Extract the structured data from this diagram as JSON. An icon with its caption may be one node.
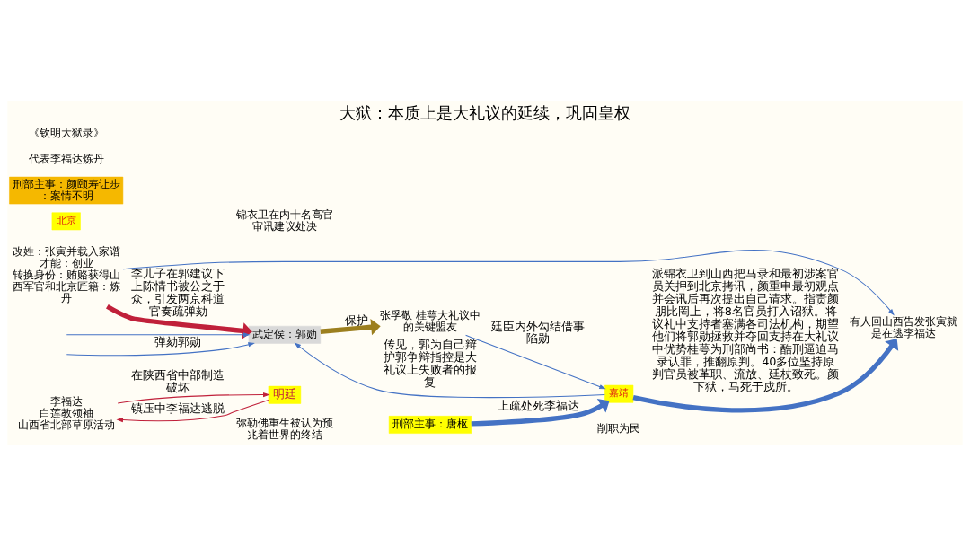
{
  "diagram": {
    "title": "大狱：本质上是大礼议的延续，巩固皇权",
    "nodes": [
      {
        "text": [
          "李福达",
          "白莲教领袖",
          "山西省北部草原活动"
        ]
      },
      {
        "text": [
          "明廷"
        ]
      },
      {
        "text": [
          "改姓：张寅并载入家谱",
          "才能：创业",
          "转换身份：贿赂获得山西军官和北京匠籍：炼丹"
        ]
      },
      {
        "text": [
          "有人回山西告发张寅就是在逃李福达"
        ]
      },
      {
        "text": [
          "武定侯：郭勋"
        ]
      },
      {
        "text": [
          "张孚敬 桂萼大礼议中的关键盟友"
        ]
      },
      {
        "text": [
          "嘉靖"
        ]
      },
      {
        "text": [
          "北京"
        ]
      },
      {
        "text": [
          "刑部主事：唐枢"
        ]
      },
      {
        "text": [
          "刑部主事：颜颐寿让步：案情不明"
        ]
      }
    ],
    "edges": [
      {
        "from": 0,
        "to": 1,
        "arrow": "to",
        "label": "在陕西省中部制造破坏",
        "color": "#c0203a"
      },
      {
        "from": 1,
        "to": 0,
        "arrow": "to",
        "label": "镇压中李福达逃脱",
        "color": "#c0203a"
      },
      {
        "from": 4,
        "to": 5,
        "arrow": "to",
        "label": "保护",
        "style": "thick",
        "color": "#9c7f1e"
      },
      {
        "from": 5,
        "to": 6,
        "arrow": "to",
        "label": "廷臣内外勾结借事陷勋"
      },
      {
        "from": 6,
        "to": 4,
        "arrow": "to",
        "label": "传见，郭为自己辩护郭争辩指控是大礼议上失败者的报复"
      },
      {
        "from": 2,
        "to": 4,
        "arrow": "to",
        "label": "李儿子在郭建议下上陈情书被公之于众，引发两京科道官奏疏弹劾",
        "style": "thick",
        "color": "#c0203a"
      },
      {
        "from": null,
        "to": 4,
        "arrow": "to"
      },
      {
        "from": null,
        "to": 4,
        "arrow": "to",
        "label": "弹劾郭勋"
      },
      {
        "from": 2,
        "to": 3,
        "arrow": "to"
      },
      {
        "from": 6,
        "to": 3,
        "arrow": "to",
        "label": "派锦衣卫到山西把马录和最初涉案官员关押到北京拷讯，颜重申最初观点并会讯后再次提出自己请求。指责颜朋比罔上，将8名官员打入诏狱。将议礼中支持者塞满各司法机构，期望他们将郭勋拯救并夺回支持在大礼议中优势桂萼为刑部尚书：酷刑逼迫马录认罪，推翻原判。40多位坚持原判官员被革职、流放、廷杖致死。颜下狱，马死于戍所。",
        "style": "thick"
      },
      {
        "from": 8,
        "to": 6,
        "arrow": "to",
        "label": "上疏处死李福达",
        "style": "thick"
      }
    ],
    "labels": [
      "弥勒佛重生被认为预兆着世界的终结",
      "代表李福达炼丹",
      "锦衣卫在内十名高官审讯建议处决",
      "削职为民",
      "《钦明大狱录》"
    ]
  }
}
